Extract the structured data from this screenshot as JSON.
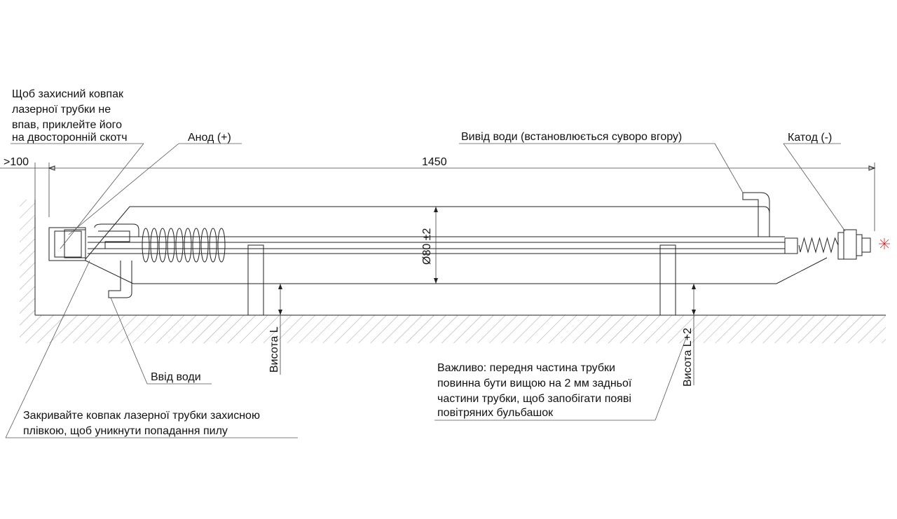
{
  "labels": {
    "cap_note": [
      "Щоб захисний ковпак",
      "лазерної трубки не",
      "впав, приклейте його",
      "на двосторонній скотч"
    ],
    "anode": "Анод (+)",
    "water_out": "Вивід води (встановлюється суворо вгору)",
    "cathode": "Катод (-)",
    "water_in": "Ввід води",
    "film_note": [
      "Закривайте ковпак лазерної трубки захисною",
      "плівкою, щоб уникнути попадання пилу"
    ],
    "important_note": [
      "Важливо: передня частина трубки",
      "повинна бути вищою на 2 мм задньої",
      "частини трубки, щоб запобігати появі",
      "повітряних бульбашок"
    ],
    "height_l": "Висота L",
    "height_l2": "Висота L+2"
  },
  "dimensions": {
    "clearance": ">100",
    "length": "1450",
    "diameter": "Ø80 ±2"
  },
  "colors": {
    "line": "#222222",
    "laser_mark": "#cc2222"
  }
}
